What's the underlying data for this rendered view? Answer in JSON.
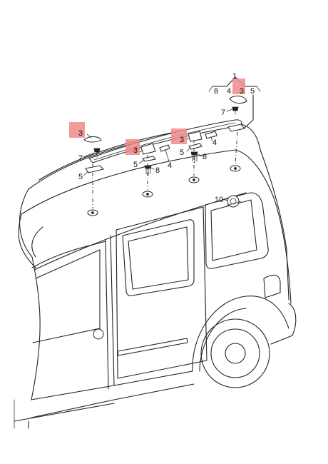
{
  "diagram": {
    "colors": {
      "highlight": "#f08a8a",
      "line": "#222222",
      "background": "#ffffff"
    },
    "callouts": {
      "header_1": "1",
      "header_8": "8",
      "header_4": "4",
      "header_3": "3",
      "header_5": "5",
      "top_7": "7",
      "left_3": "3",
      "left_7": "7",
      "left_5": "5",
      "mid_3": "3",
      "mid_5": "5",
      "mid_4": "4",
      "mid_8": "8",
      "right_3": "3",
      "right_5": "5",
      "right_8": "8",
      "right_4": "4",
      "filler_10": "10"
    }
  }
}
